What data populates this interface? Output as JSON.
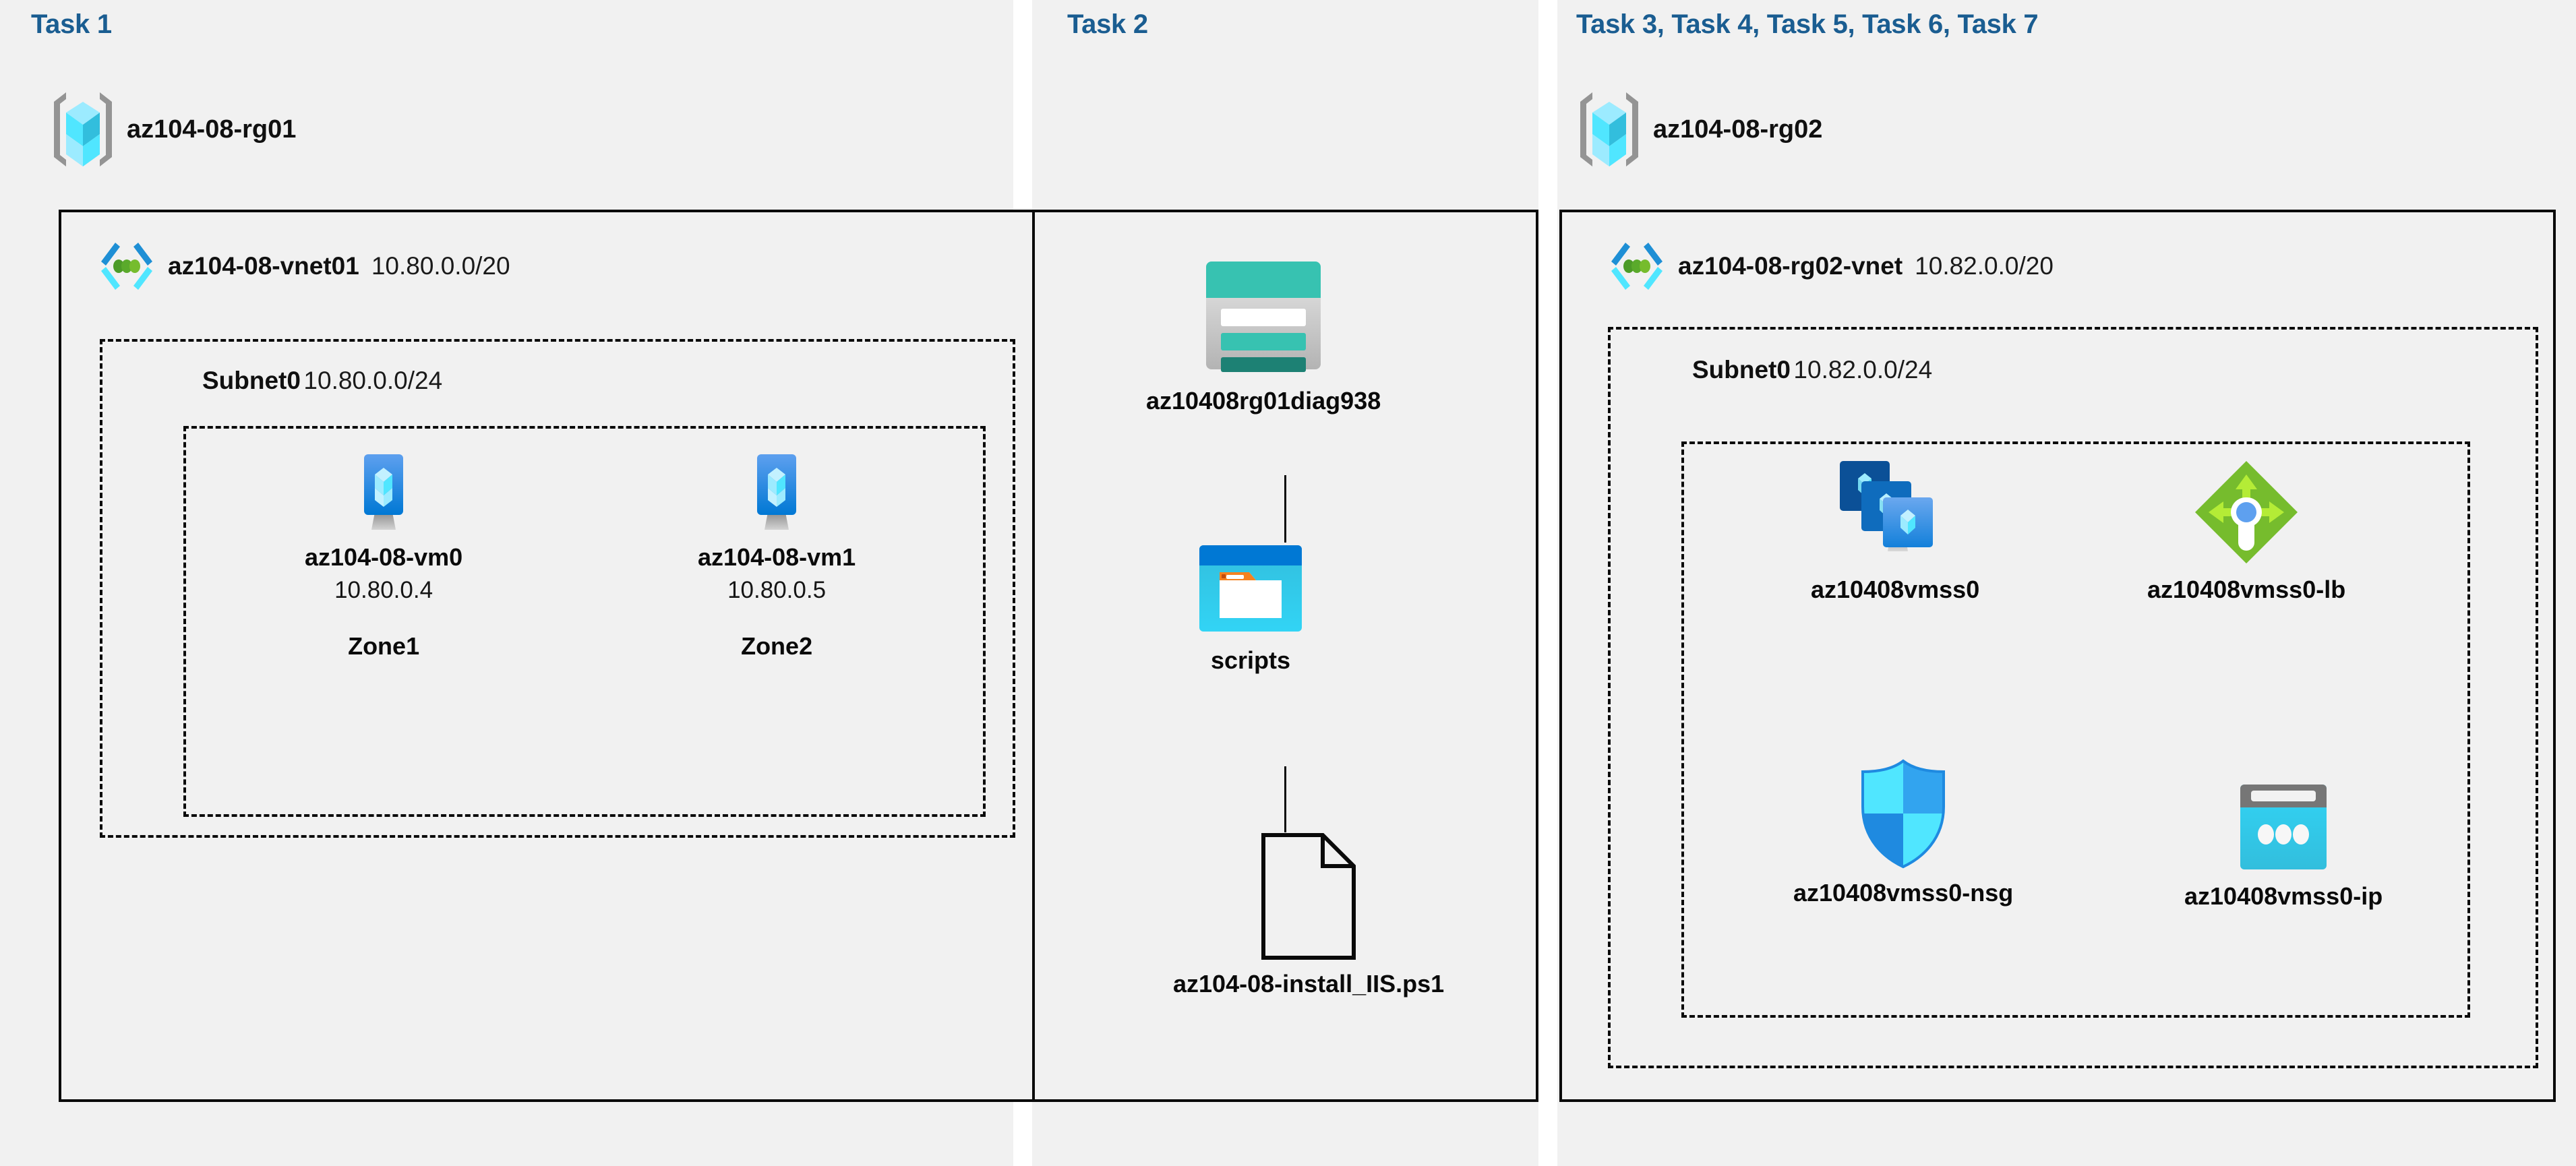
{
  "columns": [
    {
      "id": "task1",
      "heading": "Task 1"
    },
    {
      "id": "task2",
      "heading": "Task 2"
    },
    {
      "id": "task37",
      "heading": "Task 3, Task 4, Task 5, Task 6, Task 7"
    }
  ],
  "resource_groups": [
    {
      "id": "rg01",
      "name": "az104-08-rg01",
      "icon": "resource-group-icon"
    },
    {
      "id": "rg02",
      "name": "az104-08-rg02",
      "icon": "resource-group-icon"
    }
  ],
  "vnets": [
    {
      "id": "vnet01",
      "name": "az104-08-vnet01",
      "cidr": "10.80.0.0/20",
      "icon": "virtual-network-icon"
    },
    {
      "id": "vnet02",
      "name": "az104-08-rg02-vnet",
      "cidr": "10.82.0.0/20",
      "icon": "virtual-network-icon"
    }
  ],
  "subnets": [
    {
      "id": "subnet0-left",
      "name": "Subnet0",
      "cidr": "10.80.0.0/24"
    },
    {
      "id": "subnet0-right",
      "name": "Subnet0",
      "cidr": "10.82.0.0/24"
    }
  ],
  "nodes": {
    "vm0": {
      "name": "az104-08-vm0",
      "ip": "10.80.0.4",
      "zone": "Zone1",
      "icon": "virtual-machine-icon"
    },
    "vm1": {
      "name": "az104-08-vm1",
      "ip": "10.80.0.5",
      "zone": "Zone2",
      "icon": "virtual-machine-icon"
    },
    "storage": {
      "name": "az10408rg01diag938",
      "icon": "storage-account-icon"
    },
    "scripts": {
      "name": "scripts",
      "icon": "blob-container-icon"
    },
    "script_file": {
      "name": "az104-08-install_IIS.ps1",
      "icon": "file-icon"
    },
    "vmss": {
      "name": "az10408vmss0",
      "icon": "vm-scale-set-icon"
    },
    "lb": {
      "name": "az10408vmss0-lb",
      "icon": "load-balancer-icon"
    },
    "nsg": {
      "name": "az10408vmss0-nsg",
      "icon": "network-security-group-icon"
    },
    "ip": {
      "name": "az10408vmss0-ip",
      "icon": "public-ip-address-icon"
    }
  },
  "colors": {
    "heading": "#1a5d91",
    "page_background": "#ffffff",
    "panel_background": "#f1f1f1",
    "border": "#0a0a0a",
    "azure_blue": "#0078d4",
    "azure_cyan": "#50e6ff",
    "storage_teal": "#37c2b1",
    "lb_green": "#76bc2d",
    "nsg_blue": "#32bedd",
    "ip_gray": "#767676"
  }
}
